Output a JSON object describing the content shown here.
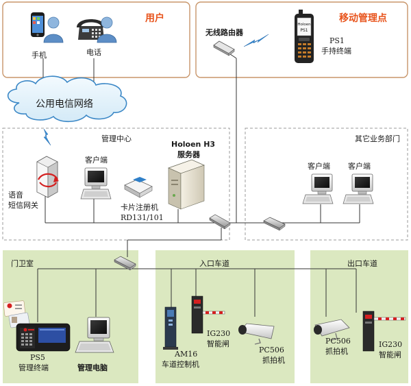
{
  "regions": {
    "user": {
      "title": "用户"
    },
    "mobile": {
      "title": "移动管理点"
    },
    "cloud": {
      "label": "公用电信网络"
    },
    "mgmt_center": {
      "title": "管理中心"
    },
    "other_dept": {
      "title": "其它业务部门"
    },
    "guard_room": {
      "title": "门卫室"
    },
    "entrance": {
      "title": "入口车道"
    },
    "exit": {
      "title": "出口车道"
    }
  },
  "labels": {
    "phone": "手机",
    "telephone": "电话",
    "router": "无线路由器",
    "ps1_model": "PS1",
    "ps1_name": "手持终端",
    "handheld_brand": "Holoen",
    "handheld_model": "PS1",
    "server_model": "Holoen H3",
    "server_name": "服务器",
    "client": "客户端",
    "gateway_line1": "语音",
    "gateway_line2": "短信网关",
    "card_reg_name": "卡片注册机",
    "card_reg_model": "RD131/101",
    "other_client_1": "客户端",
    "other_client_2": "客户端",
    "ps5_model": "PS5",
    "ps5_name": "管理终端",
    "mgmt_pc": "管理电脑",
    "am16_model": "AM16",
    "am16_name": "车道控制机",
    "ig230_in_model": "IG230",
    "ig230_in_name": "智能闸",
    "pc506_in_model": "PC506",
    "pc506_in_name": "抓拍机",
    "pc506_out_model": "PC506",
    "pc506_out_name": "抓拍机",
    "ig230_out_model": "IG230",
    "ig230_out_name": "智能闸"
  },
  "colors": {
    "title": "#e8541c",
    "user_border": "#c8956a",
    "dashed_border": "#999999",
    "zone_fill": "#dbe8c0",
    "cloud_fill": "#e6f3fb",
    "cloud_stroke": "#3a87c6",
    "line": "#333333",
    "lightning": "#3a8fd6"
  },
  "icons": [
    "mobile-phone-icon",
    "person-icon",
    "desk-phone-icon",
    "wireless-router-icon",
    "lightning-icon",
    "handheld-terminal-icon",
    "cloud-icon",
    "gateway-icon",
    "client-pc-icon",
    "card-reader-icon",
    "server-tower-icon",
    "network-switch-icon",
    "management-terminal-icon",
    "id-card-icon",
    "lane-controller-icon",
    "barrier-gate-icon",
    "camera-icon"
  ]
}
